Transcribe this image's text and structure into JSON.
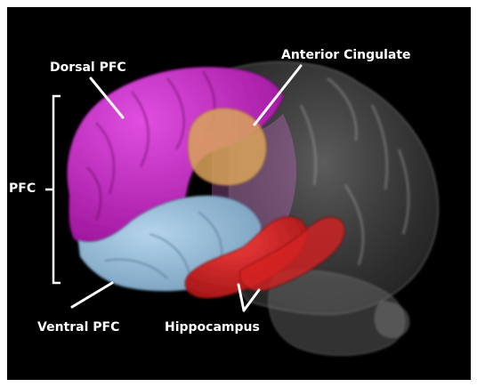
{
  "labels": {
    "dorsal_pfc": "Dorsal PFC",
    "anterior_cingulate": "Anterior Cingulate",
    "pfc": "PFC",
    "ventral_pfc": "Ventral PFC",
    "hippocampus": "Hippocampus"
  },
  "colors": {
    "background": "#000000",
    "frame": "#ffffff",
    "dorsal_pfc": "#c21fc4",
    "ventral_pfc": "#8fb8d8",
    "anterior_cingulate": "#d9a35a",
    "hippocampus": "#d42121",
    "brain_gray": "#8a8a8a",
    "label_text": "#ffffff"
  }
}
